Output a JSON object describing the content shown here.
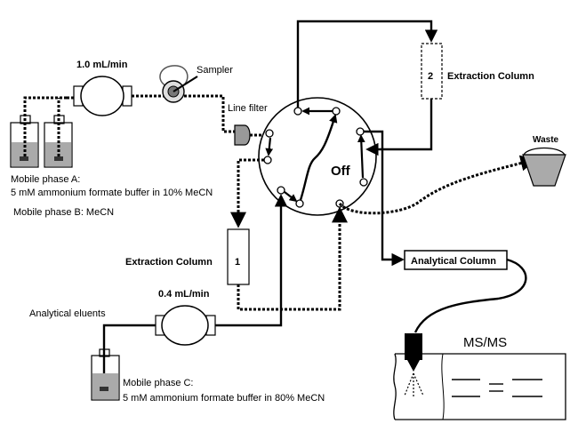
{
  "diagram": {
    "pump_top_flow": "1.0 mL/min",
    "pump_bottom_flow": "0.4 mL/min",
    "sampler": "Sampler",
    "line_filter": "Line filter",
    "extraction_column_top": "Extraction Column",
    "extraction_column_top_number": "2",
    "extraction_column_left": "Extraction Column",
    "extraction_column_left_number": "1",
    "valve_state": "Off",
    "waste": "Waste",
    "analytical_column": "Analytical Column",
    "ms": "MS/MS",
    "mobile_phase_a_title": "Mobile phase A:",
    "mobile_phase_a_desc": "5 mM ammonium formate buffer in 10% MeCN",
    "mobile_phase_b": "Mobile phase B: MeCN",
    "analytical_eluents": "Analytical eluents",
    "mobile_phase_c_title": "Mobile phase C:",
    "mobile_phase_c_desc": "5 mM ammonium formate buffer in 80% MeCN"
  }
}
